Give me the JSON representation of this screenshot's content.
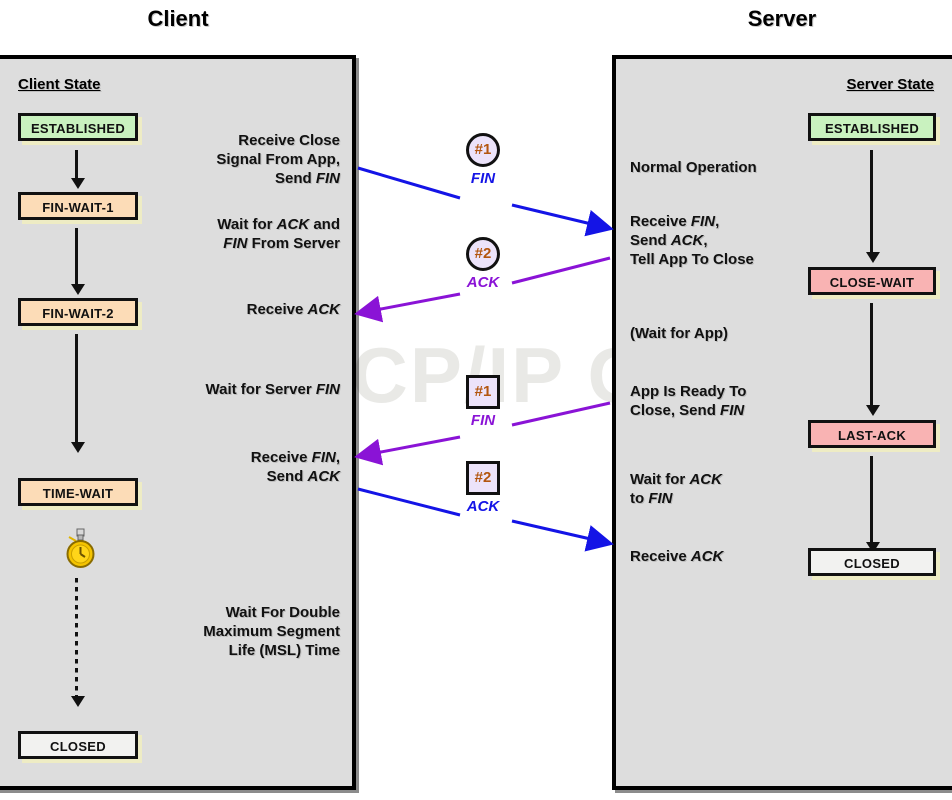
{
  "diagram": {
    "watermark": "The TCP/IP Guide",
    "client_title": "Client",
    "server_title": "Server",
    "client_state_header": "Client State",
    "server_state_header": "Server State"
  },
  "colors": {
    "established": "#c9f2bf",
    "fin_wait": "#fcdcb7",
    "close_wait": "#f9b3b3",
    "closed": "#f2f2f0",
    "fin_arrow": "#1414e6",
    "ack_arrow": "#8a13d6",
    "panel_bg": "#dddddd",
    "badge_bg": "#ece3fa",
    "badge_text": "#b3560f"
  },
  "client": {
    "states": [
      {
        "label": "ESTABLISHED"
      },
      {
        "label": "FIN-WAIT-1"
      },
      {
        "label": "FIN-WAIT-2"
      },
      {
        "label": "TIME-WAIT"
      },
      {
        "label": "CLOSED"
      }
    ],
    "notes": [
      {
        "text": "Receive Close\nSignal From App,\nSend FIN"
      },
      {
        "text": "Wait for ACK and\nFIN From Server"
      },
      {
        "text": "Receive ACK"
      },
      {
        "text": "Wait for Server FIN"
      },
      {
        "text": "Receive FIN,\nSend ACK"
      },
      {
        "text": "Wait For Double\nMaximum Segment\nLife (MSL) Time"
      }
    ],
    "timer_icon": "stopwatch-icon"
  },
  "server": {
    "states": [
      {
        "label": "ESTABLISHED"
      },
      {
        "label": "CLOSE-WAIT"
      },
      {
        "label": "LAST-ACK"
      },
      {
        "label": "CLOSED"
      }
    ],
    "notes": [
      {
        "text": "Normal Operation"
      },
      {
        "text": "Receive FIN,\nSend ACK,\nTell App To Close"
      },
      {
        "text": "(Wait for App)"
      },
      {
        "text": "App Is Ready To\nClose, Send FIN"
      },
      {
        "text": "Wait for ACK\nto FIN"
      },
      {
        "text": "Receive ACK"
      }
    ]
  },
  "messages": [
    {
      "num": "#1",
      "label": "FIN",
      "direction": "client-to-server",
      "color": "#1414e6",
      "shape": "circle"
    },
    {
      "num": "#2",
      "label": "ACK",
      "direction": "server-to-client",
      "color": "#8a13d6",
      "shape": "circle"
    },
    {
      "num": "#1",
      "label": "FIN",
      "direction": "server-to-client",
      "color": "#8a13d6",
      "shape": "square"
    },
    {
      "num": "#2",
      "label": "ACK",
      "direction": "client-to-server",
      "color": "#1414e6",
      "shape": "square"
    }
  ]
}
